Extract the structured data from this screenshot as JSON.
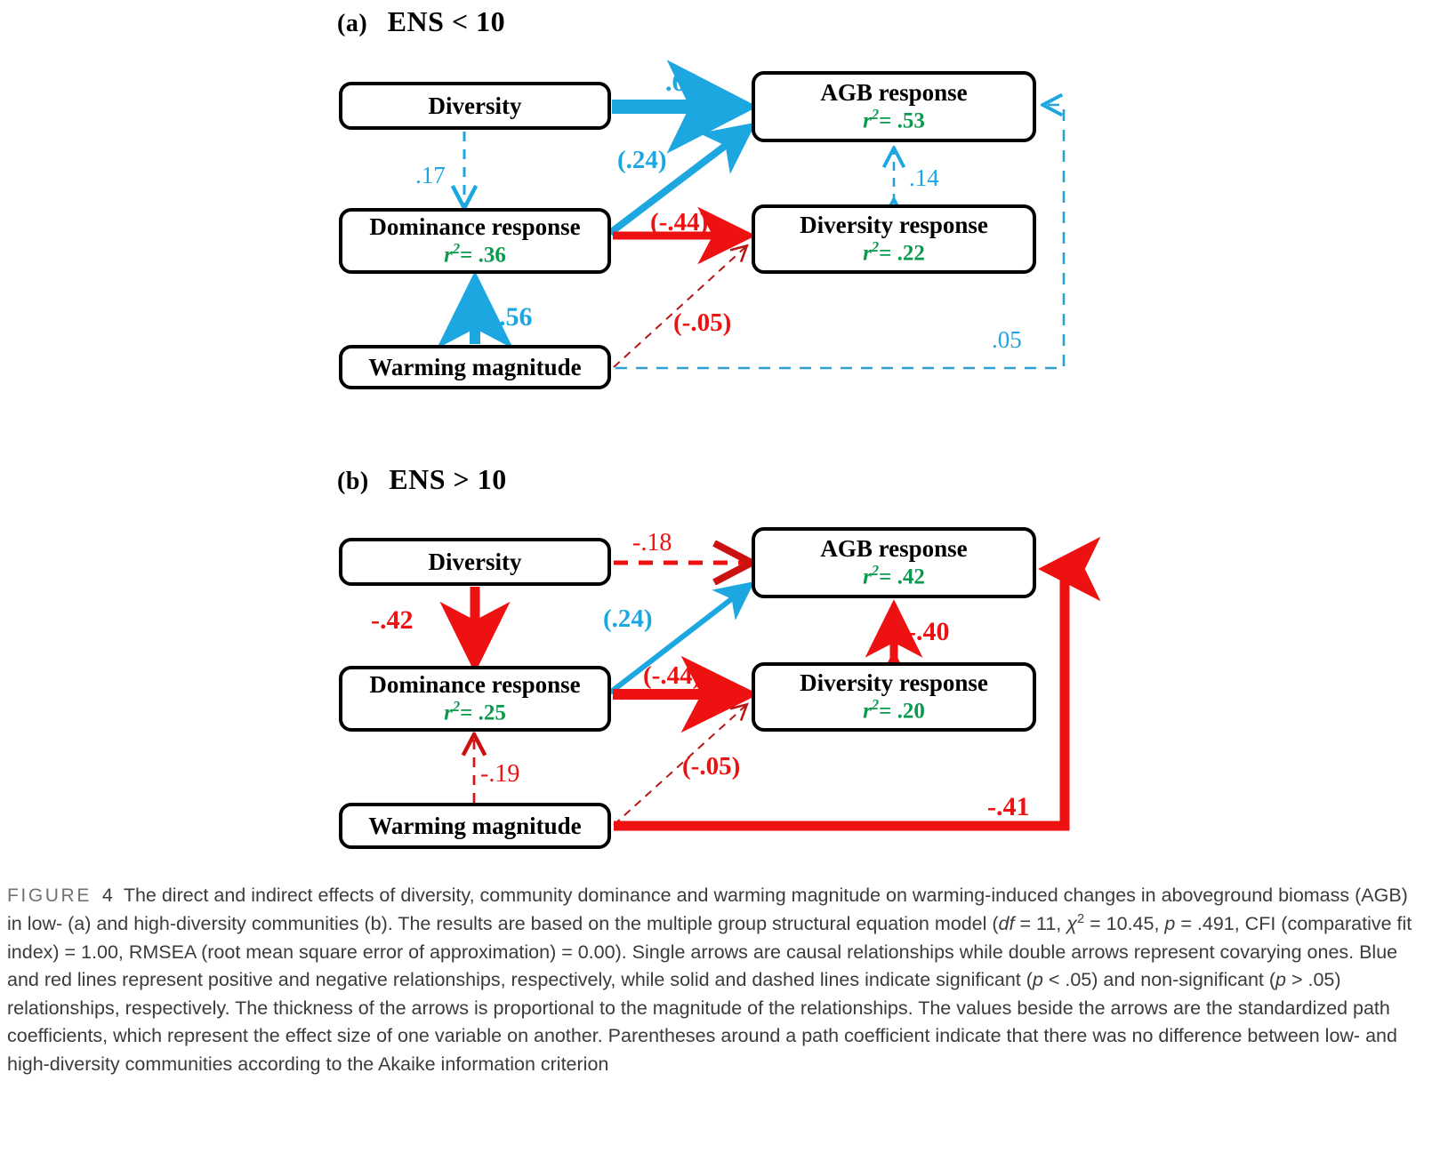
{
  "figure": {
    "panels": [
      {
        "id": "a",
        "tag": "(a)",
        "title": "ENS < 10",
        "nodes": [
          {
            "id": "diversity",
            "label": "Diversity",
            "r2": null
          },
          {
            "id": "agb",
            "label": "AGB response",
            "r2": ".53"
          },
          {
            "id": "dominance",
            "label": "Dominance response",
            "r2": ".36"
          },
          {
            "id": "divresp",
            "label": "Diversity response",
            "r2": ".22"
          },
          {
            "id": "warming",
            "label": "Warming magnitude",
            "r2": null
          }
        ],
        "edges": [
          {
            "from": "diversity",
            "to": "agb",
            "coef": ".63",
            "color": "blue",
            "style": "solid",
            "significant": true,
            "parenthesized": false
          },
          {
            "from": "diversity",
            "to": "dominance",
            "coef": ".17",
            "color": "blue",
            "style": "dashed",
            "significant": false,
            "parenthesized": false
          },
          {
            "from": "dominance",
            "to": "agb",
            "coef": "(.24)",
            "color": "blue",
            "style": "solid",
            "significant": true,
            "parenthesized": true
          },
          {
            "from": "dominance",
            "to": "divresp",
            "coef": "(-.44)",
            "color": "red",
            "style": "solid",
            "significant": true,
            "parenthesized": true
          },
          {
            "from": "warming",
            "to": "dominance",
            "coef": ".56",
            "color": "blue",
            "style": "solid",
            "significant": true,
            "parenthesized": false
          },
          {
            "from": "warming",
            "to": "divresp",
            "coef": "(-.05)",
            "color": "red",
            "style": "dashed",
            "significant": false,
            "parenthesized": true
          },
          {
            "from": "warming",
            "to": "agb",
            "coef": ".05",
            "color": "blue",
            "style": "dashed",
            "significant": false,
            "parenthesized": false
          },
          {
            "from": "divresp",
            "to": "agb",
            "coef": ".14",
            "color": "blue",
            "style": "dashed",
            "significant": false,
            "parenthesized": false,
            "double": true
          }
        ]
      },
      {
        "id": "b",
        "tag": "(b)",
        "title": "ENS > 10",
        "nodes": [
          {
            "id": "diversity",
            "label": "Diversity",
            "r2": null
          },
          {
            "id": "agb",
            "label": "AGB response",
            "r2": ".42"
          },
          {
            "id": "dominance",
            "label": "Dominance response",
            "r2": ".25"
          },
          {
            "id": "divresp",
            "label": "Diversity response",
            "r2": ".20"
          },
          {
            "id": "warming",
            "label": "Warming magnitude",
            "r2": null
          }
        ],
        "edges": [
          {
            "from": "diversity",
            "to": "agb",
            "coef": "-.18",
            "color": "red",
            "style": "dashed",
            "significant": false,
            "parenthesized": false
          },
          {
            "from": "diversity",
            "to": "dominance",
            "coef": "-.42",
            "color": "red",
            "style": "solid",
            "significant": true,
            "parenthesized": false
          },
          {
            "from": "dominance",
            "to": "agb",
            "coef": "(.24)",
            "color": "blue",
            "style": "solid",
            "significant": true,
            "parenthesized": true
          },
          {
            "from": "dominance",
            "to": "divresp",
            "coef": "(-.44)",
            "color": "red",
            "style": "solid",
            "significant": true,
            "parenthesized": true
          },
          {
            "from": "warming",
            "to": "dominance",
            "coef": "-.19",
            "color": "red",
            "style": "dashed",
            "significant": false,
            "parenthesized": false
          },
          {
            "from": "warming",
            "to": "divresp",
            "coef": "(-.05)",
            "color": "red",
            "style": "dashed",
            "significant": false,
            "parenthesized": true
          },
          {
            "from": "warming",
            "to": "agb",
            "coef": "-.41",
            "color": "red",
            "style": "solid",
            "significant": true,
            "parenthesized": false
          },
          {
            "from": "divresp",
            "to": "agb",
            "coef": "-.40",
            "color": "red",
            "style": "solid",
            "significant": true,
            "parenthesized": false,
            "double": true
          }
        ]
      }
    ],
    "colors": {
      "positive": "#1ca7e0",
      "negative": "#ee1111",
      "r2": "#0a9a4e",
      "box_border": "#000000",
      "caption_text": "#3b3b3b",
      "figure_label": "#6f7377"
    }
  },
  "panel_a": {
    "tag": "(a)",
    "title": "ENS < 10",
    "node_diversity": "Diversity",
    "node_agb": "AGB response",
    "node_agb_r2": ".53",
    "node_dominance": "Dominance response",
    "node_dominance_r2": ".36",
    "node_divresp": "Diversity response",
    "node_divresp_r2": ".22",
    "node_warming": "Warming magnitude",
    "lbl_div_agb": ".63",
    "lbl_div_dom": ".17",
    "lbl_dom_agb": "(.24)",
    "lbl_dom_divresp": "(-.44)",
    "lbl_warm_dom": ".56",
    "lbl_warm_divresp": "(-.05)",
    "lbl_warm_agb": ".05",
    "lbl_divresp_agb": ".14"
  },
  "panel_b": {
    "tag": "(b)",
    "title": "ENS > 10",
    "node_diversity": "Diversity",
    "node_agb": "AGB response",
    "node_agb_r2": ".42",
    "node_dominance": "Dominance response",
    "node_dominance_r2": ".25",
    "node_divresp": "Diversity response",
    "node_divresp_r2": ".20",
    "node_warming": "Warming magnitude",
    "lbl_div_agb": "-.18",
    "lbl_div_dom": "-.42",
    "lbl_dom_agb": "(.24)",
    "lbl_dom_divresp": "(-.44)",
    "lbl_warm_dom": "-.19",
    "lbl_warm_divresp": "(-.05)",
    "lbl_warm_agb": "-.41",
    "lbl_divresp_agb": "-.40"
  },
  "caption": {
    "figure_label": "FIGURE",
    "figure_number": "4",
    "seg1": "The direct and indirect effects of diversity, community dominance and warming magnitude on warming-induced changes in aboveground biomass (AGB) in low- (a) and high-diversity communities (b). The results are based on the multiple group structural equation model (",
    "df_italic": "df",
    "seg2": " = 11, ",
    "chi_italic": "χ",
    "chi_sup": "2",
    "seg3": " = 10.45, ",
    "p1_italic": "p",
    "seg4": " = .491, CFI (comparative fit index) = 1.00, RMSEA (root mean square error of approximation) = 0.00). Single arrows are causal relationships while double arrows represent covarying ones. Blue and red lines represent positive and negative relationships, respectively, while solid and dashed lines indicate significant (",
    "p2_italic": "p",
    "seg5": " < .05) and non-significant (",
    "p3_italic": "p",
    "seg6": " > .05) relationships, respectively. The thickness of the arrows is proportional to the magnitude of the relationships. The values beside the arrows are the standardized path coefficients, which represent the effect size of one variable on another. Parentheses around a path coefficient indicate that there was no difference between low- and high-diversity communities according to the Akaike information criterion"
  }
}
